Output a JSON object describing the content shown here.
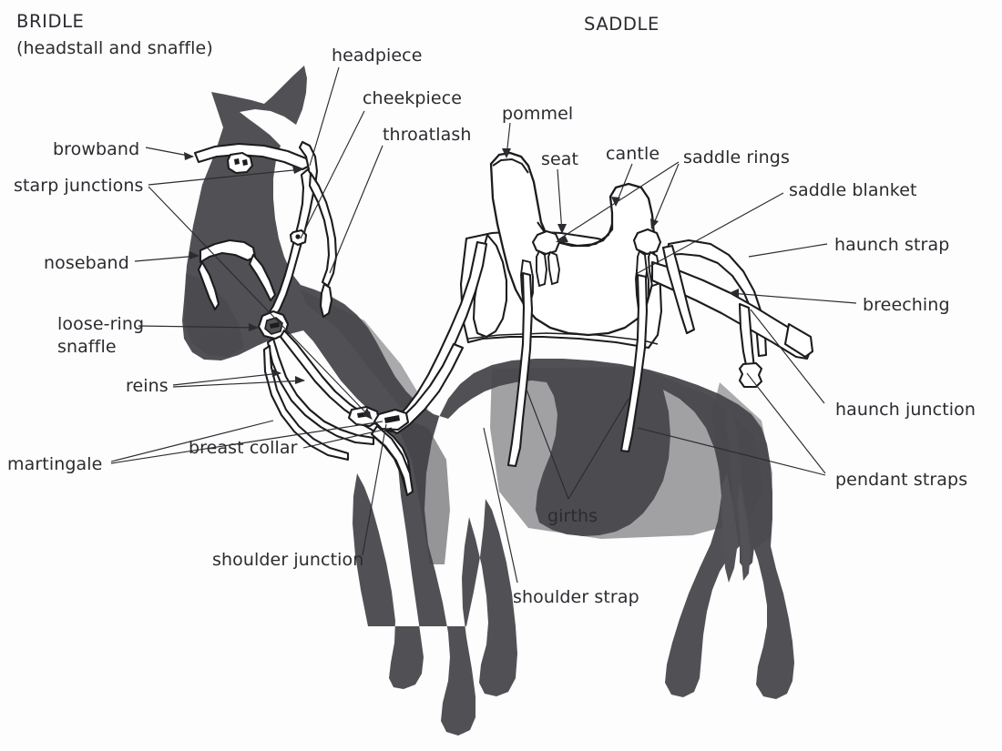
{
  "diagram": {
    "title": "Horse tack diagram — bridle and saddle",
    "background_color": "#fdfdfd",
    "body_color": "#515155",
    "body_shadow_color": "#3f3f44",
    "strap_fill_color": "#ffffff",
    "outline_color": "#1c1c1f",
    "text_color": "#2b2b30",
    "leader_color": "#2b2b30"
  },
  "headings": [
    {
      "id": "bridle",
      "line1": "BRIDLE",
      "line2": "(headstall and snaffle)"
    },
    {
      "id": "saddle",
      "line1": "SADDLE"
    }
  ],
  "labels": [
    {
      "id": "headpiece",
      "text": "headpiece"
    },
    {
      "id": "cheekpiece",
      "text": "cheekpiece"
    },
    {
      "id": "throatlash",
      "text": "throatlash"
    },
    {
      "id": "pommel",
      "text": "pommel"
    },
    {
      "id": "seat",
      "text": "seat"
    },
    {
      "id": "cantle",
      "text": "cantle"
    },
    {
      "id": "saddle-rings",
      "text": "saddle rings"
    },
    {
      "id": "saddle-blanket",
      "text": "saddle blanket"
    },
    {
      "id": "haunch-strap",
      "text": "haunch strap"
    },
    {
      "id": "breeching",
      "text": "breeching"
    },
    {
      "id": "haunch-junction",
      "text": "haunch junction"
    },
    {
      "id": "pendant-straps",
      "text": "pendant straps"
    },
    {
      "id": "browband",
      "text": "browband"
    },
    {
      "id": "starp-junctions",
      "text": "starp junctions"
    },
    {
      "id": "noseband",
      "text": "noseband"
    },
    {
      "id": "loose-ring-snaffle-1",
      "text": "loose-ring"
    },
    {
      "id": "loose-ring-snaffle-2",
      "text": "snaffle"
    },
    {
      "id": "reins",
      "text": "reins"
    },
    {
      "id": "martingale",
      "text": "martingale"
    },
    {
      "id": "breast-collar",
      "text": "breast collar"
    },
    {
      "id": "shoulder-junction",
      "text": "shoulder junction"
    },
    {
      "id": "girths",
      "text": "girths"
    },
    {
      "id": "shoulder-strap",
      "text": "shoulder strap"
    }
  ]
}
